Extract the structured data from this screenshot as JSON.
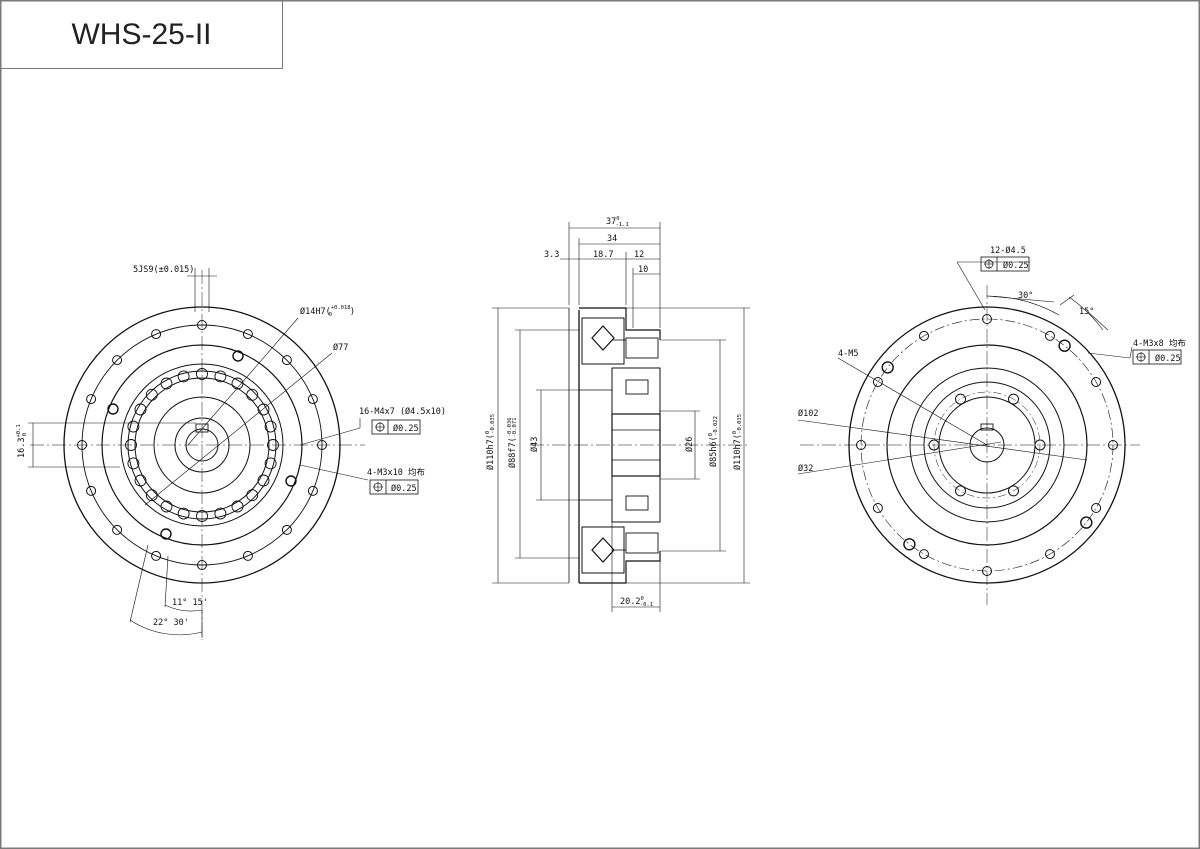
{
  "title": "WHS-25-II",
  "left_view": {
    "keyway": "5JS9(±0.015)",
    "bore": "Ø14H7(",
    "bore_tol_upper": "+0.018",
    "bore_tol_lower": "0",
    "bore_close": ")",
    "dia_77": "Ø77",
    "threads_16": "16-M4x7 (Ø4.5x10)",
    "threads_16_tol": "Ø0.25",
    "threads_4": "4-M3x10 均布",
    "threads_4_tol": "Ø0.25",
    "key_height": "16.3",
    "key_height_tol_upper": "+0.1",
    "key_height_tol_lower": "0",
    "angle_11": "11° 15'",
    "angle_22": "22° 30'"
  },
  "section_view": {
    "len_37": "37",
    "len_37_tol_upper": "0",
    "len_37_tol_lower": "-1.1",
    "len_34": "34",
    "len_3_3": "3.3",
    "len_18_7": "18.7",
    "len_12": "12",
    "len_10": "10",
    "dia_110_left": "Ø110h7(",
    "dia_110_left_tol_upper": "0",
    "dia_110_left_tol_lower": "-0.035",
    "dia_88": "Ø88f7(",
    "dia_88_tol_upper": "-0.036",
    "dia_88_tol_lower": "-0.071",
    "dia_43": "Ø43",
    "dia_26": "Ø26",
    "dia_85": "Ø85h6(",
    "dia_85_tol_upper": "0",
    "dia_85_tol_lower": "-0.022",
    "dia_110_right": "Ø110h7(",
    "dia_110_right_tol_upper": "0",
    "dia_110_right_tol_lower": "-0.035",
    "len_20_2": "20.2",
    "len_20_2_tol_upper": "0",
    "len_20_2_tol_lower": "-0.1"
  },
  "right_view": {
    "holes_12": "12-Ø4.5",
    "holes_12_tol": "Ø0.25",
    "angle_30": "30°",
    "angle_15": "15°",
    "threads_4": "4-M3x8 均布",
    "threads_4_tol": "Ø0.25",
    "threads_m5": "4-M5",
    "dia_102": "Ø102",
    "dia_32": "Ø32"
  }
}
